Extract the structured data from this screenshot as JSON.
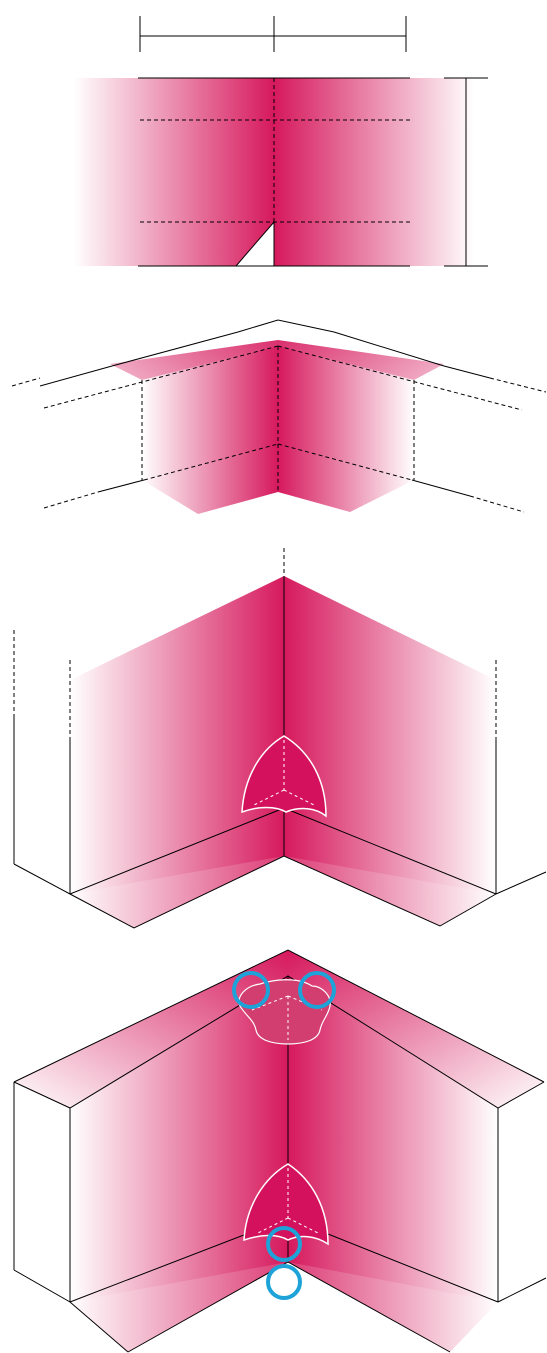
{
  "diagram": {
    "steps": [
      {
        "id": "flat-pattern"
      },
      {
        "id": "folded-preview"
      },
      {
        "id": "inside-corner-assembled"
      },
      {
        "id": "inside-corner-caulk-points"
      }
    ],
    "colors": {
      "primary": "#d6195c",
      "primary_light": "#ffffff",
      "outline": "#000000",
      "callout": "#1ea3d8",
      "bead": "#d4115d"
    },
    "callouts": {
      "count": 4
    }
  }
}
